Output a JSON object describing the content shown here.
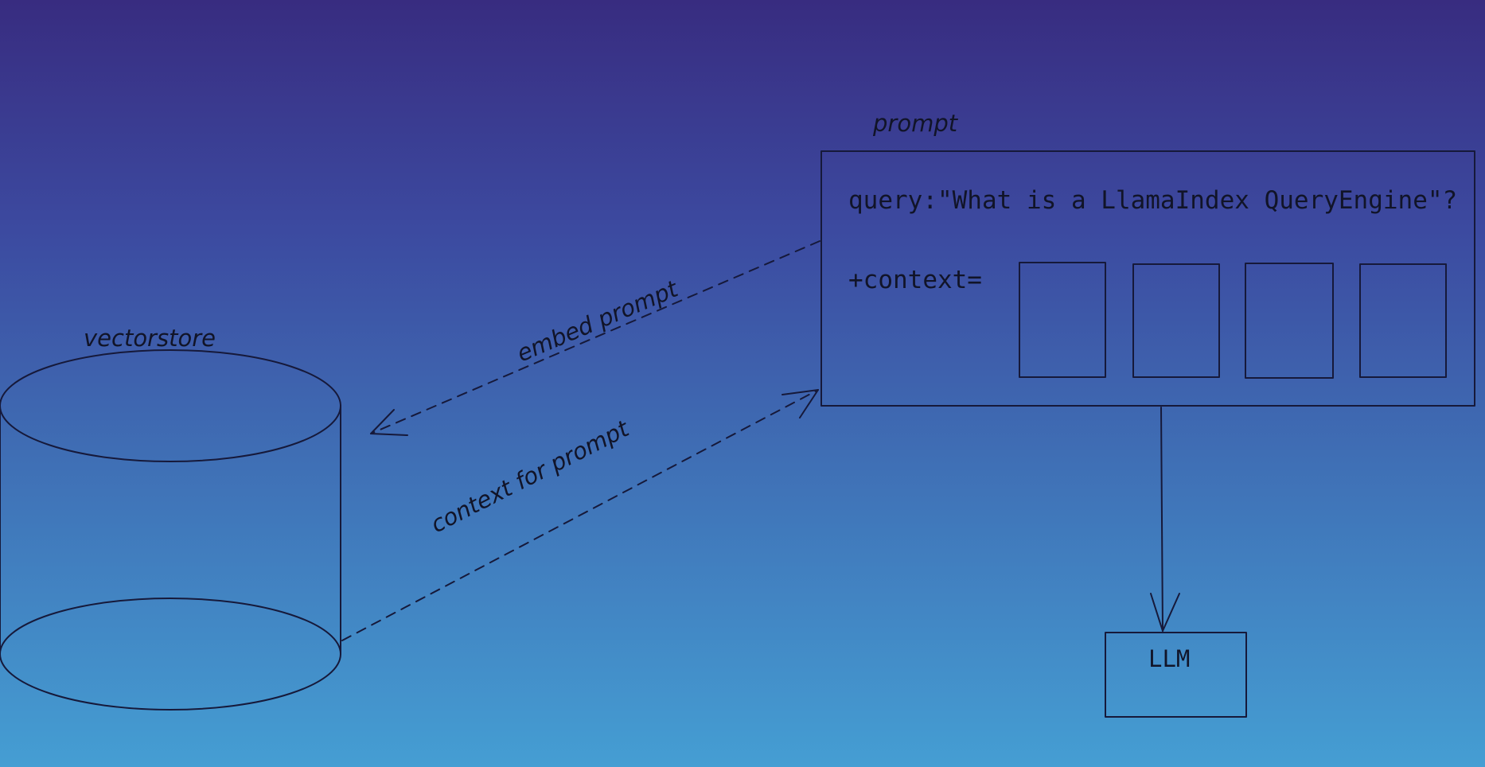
{
  "colors": {
    "background_top": "#382c80",
    "background_bottom": "#459ed3",
    "ink": "#16193a"
  },
  "vectorstore": {
    "label": "vectorstore"
  },
  "prompt": {
    "label": "prompt",
    "query_text": "query:\"What is a LlamaIndex QueryEngine\"?",
    "context_label": "+context=",
    "context_slots": 4
  },
  "arrows": {
    "embed_label": "embed prompt",
    "context_label": "context for prompt"
  },
  "llm": {
    "label": "LLM"
  }
}
